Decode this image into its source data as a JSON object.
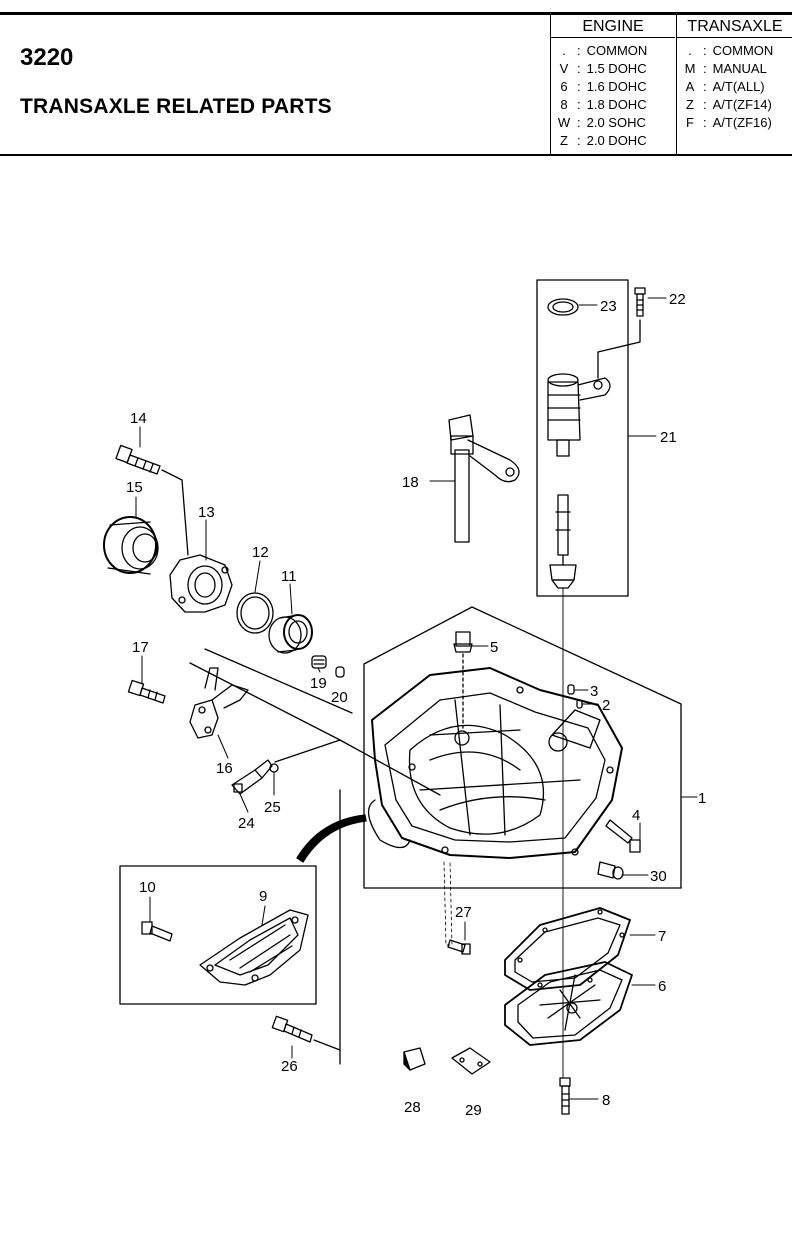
{
  "header": {
    "code": "3220",
    "title": "TRANSAXLE RELATED PARTS"
  },
  "legend": {
    "engine": {
      "heading": "ENGINE",
      "rows": [
        {
          "key": ".",
          "value": "COMMON"
        },
        {
          "key": "V",
          "value": "1.5 DOHC"
        },
        {
          "key": "6",
          "value": "1.6 DOHC"
        },
        {
          "key": "8",
          "value": "1.8 DOHC"
        },
        {
          "key": "W",
          "value": "2.0 SOHC"
        },
        {
          "key": "Z",
          "value": "2.0 DOHC"
        }
      ]
    },
    "transaxle": {
      "heading": "TRANSAXLE",
      "rows": [
        {
          "key": ".",
          "value": "COMMON"
        },
        {
          "key": "M",
          "value": "MANUAL"
        },
        {
          "key": "A",
          "value": "A/T(ALL)"
        },
        {
          "key": "Z",
          "value": "A/T(ZF14)"
        },
        {
          "key": "F",
          "value": "A/T(ZF16)"
        }
      ]
    }
  },
  "callouts": [
    "1",
    "2",
    "3",
    "4",
    "5",
    "6",
    "7",
    "8",
    "9",
    "10",
    "11",
    "12",
    "13",
    "14",
    "15",
    "16",
    "17",
    "18",
    "19",
    "20",
    "21",
    "22",
    "23",
    "24",
    "25",
    "26",
    "27",
    "28",
    "29",
    "30"
  ]
}
